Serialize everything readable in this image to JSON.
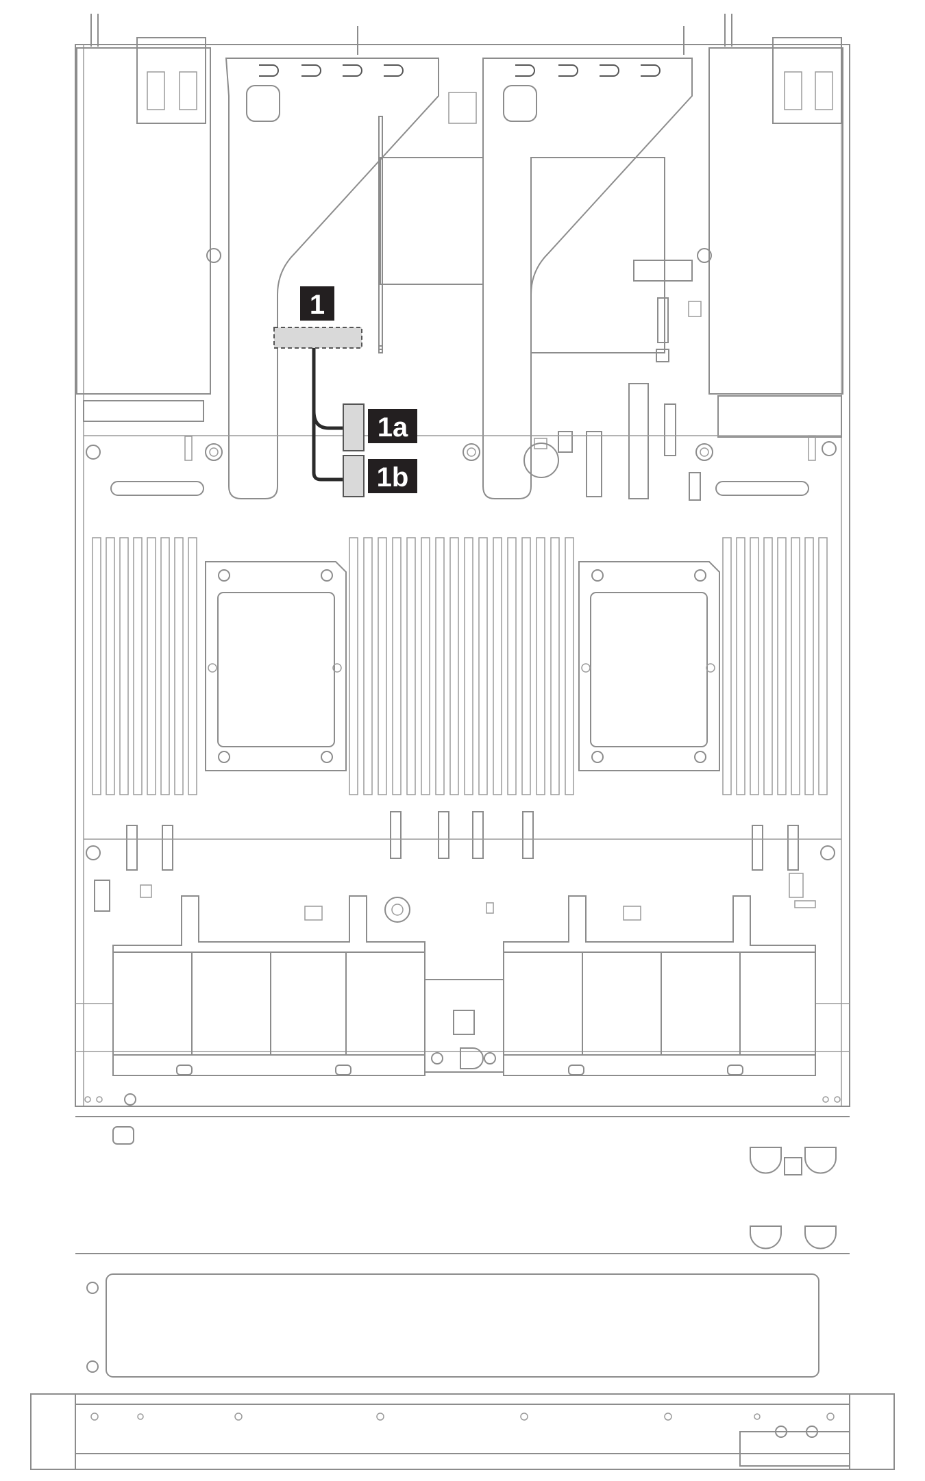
{
  "callouts": {
    "c1": "1",
    "c1a": "1a",
    "c1b": "1b"
  },
  "colors": {
    "line": "#8c8c8c",
    "callout_bg": "#231f20",
    "callout_text": "#ffffff",
    "connector_fill": "#d9d9d9",
    "cable": "#2b2b2b"
  }
}
